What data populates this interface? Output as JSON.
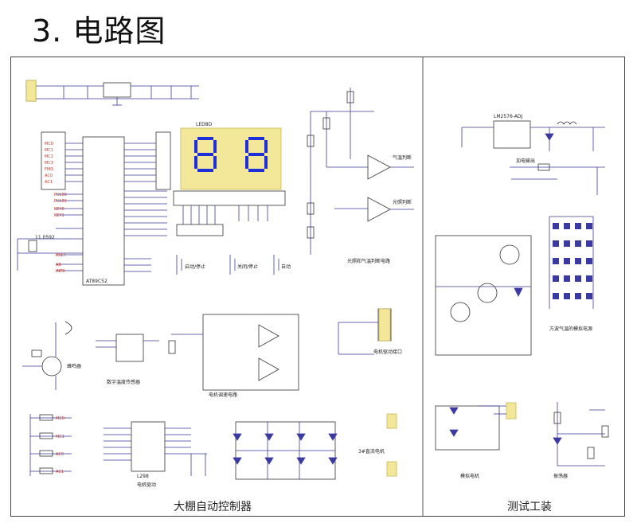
{
  "heading": "3. 电路图",
  "left_panel": {
    "caption": "大棚自动控制器",
    "labels": {
      "display": "LED8D",
      "mcu": "AT89C52",
      "sw1": "启动/停止",
      "sw2": "关闭/停止",
      "sw3": "自动",
      "gas_alarm": "气温判断",
      "light_judge": "光照判断",
      "temp_sensor": "数字温度传感器",
      "buzzer": "蜂鸣器",
      "motor_drive": "电机驱动",
      "motor_drive_chip": "L298",
      "stepper": "电机驱动接口",
      "bridge_motor": "3#直流电机",
      "circuit_note": "光照和气温判断电路",
      "motor_if": "电机调速电路",
      "crystal": "11.0592"
    },
    "net_labels": [
      "MC0",
      "MC1",
      "MC2",
      "MC3",
      "FMQ",
      "AC0",
      "AC1",
      "PUL00",
      "PUL01",
      "KEY0",
      "KEY1",
      "RSET",
      "AB",
      "INT0",
      "MC0",
      "MC1",
      "AC0",
      "AC1"
    ]
  },
  "right_panel": {
    "caption": "测试工装",
    "labels": {
      "regulator": "LM2576-ADJ",
      "power_note": "加电输出",
      "matrix_note": "方波气温的模拟电源",
      "simulated_motor": "模拟电机",
      "oscillator": "振荡器"
    }
  },
  "colors": {
    "wire": "#3a3aa0",
    "red": "#c0392b",
    "display_bg": "#f3e79a",
    "digit": "#1d2fd6",
    "frame": "#444444"
  }
}
